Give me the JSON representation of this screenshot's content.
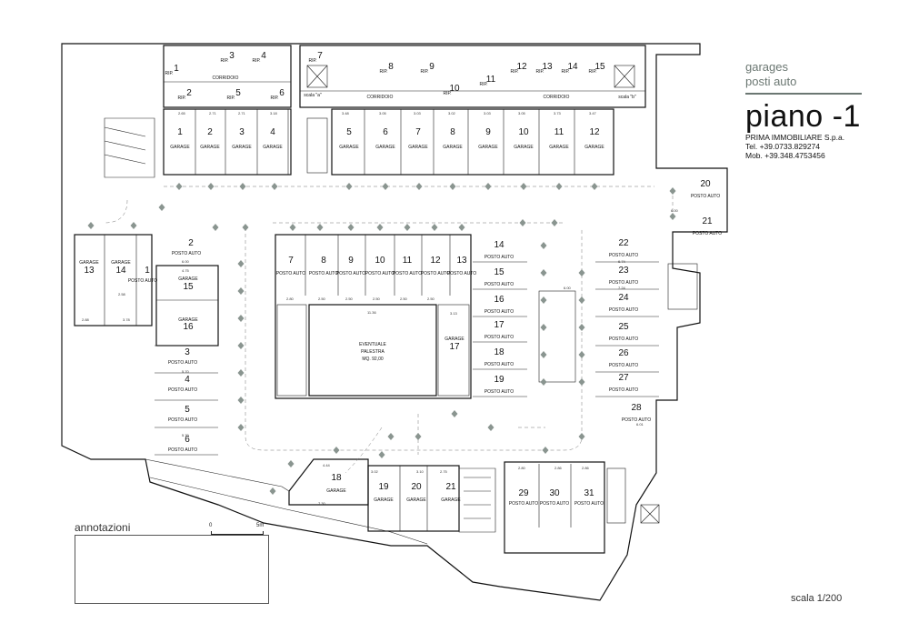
{
  "title_block": {
    "line1": "garages",
    "line2": "posti auto",
    "main": "piano -1",
    "company": "PRIMA IMMOBILIARE S.p.a.",
    "tel": "Tel. +39.0733.829274",
    "mob": "Mob. +39.348.4753456"
  },
  "annotations_label": "annotazioni",
  "scale": "scala 1/200",
  "scale_bar": {
    "zero": "0",
    "five": "5m"
  },
  "stairs": {
    "a": "scala \"a\"",
    "b": "scala \"b\""
  },
  "labels": {
    "garage": "GARAGE",
    "posto_auto": "POSTO AUTO",
    "rip": "RIP.",
    "corridoio": "CORRIDOIO",
    "palestra": "EVENTUALE PALESTRA MQ. 92,00"
  },
  "top_ripostigli": [
    "1",
    "2",
    "3",
    "4",
    "5",
    "6",
    "7",
    "8",
    "9",
    "10",
    "11",
    "12",
    "13",
    "14",
    "15"
  ],
  "top_garages": [
    "1",
    "2",
    "3",
    "4",
    "5",
    "6",
    "7",
    "8",
    "9",
    "10",
    "11",
    "12"
  ],
  "left_garages": [
    "13",
    "14",
    "15",
    "16"
  ],
  "left_posti": [
    "1",
    "2",
    "3",
    "4",
    "5",
    "6"
  ],
  "center_posti": [
    "7",
    "8",
    "9",
    "10",
    "11",
    "12",
    "13"
  ],
  "middle_posti": [
    "14",
    "15",
    "16",
    "17",
    "18",
    "19"
  ],
  "right_posti": [
    "20",
    "21",
    "22",
    "23",
    "24",
    "25",
    "26",
    "27",
    "28"
  ],
  "bottom_garages": [
    "18",
    "19",
    "20",
    "21"
  ],
  "bottom_posti": [
    "29",
    "30",
    "31"
  ],
  "garage17": "17"
}
